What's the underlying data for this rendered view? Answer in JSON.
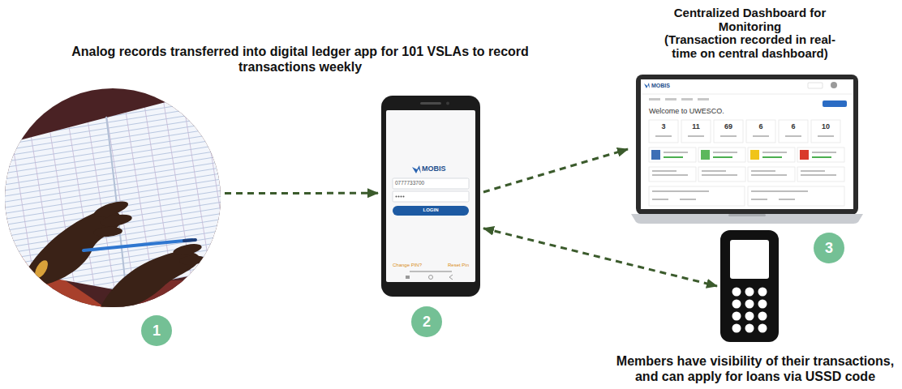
{
  "diagram": {
    "nodes": [
      {
        "text": [
          "Analog records transferred into digital ledger app for 101 VSLAs to record transactions weekly"
        ]
      },
      {
        "text": [
          "MOBIS",
          "0777733700",
          "LOGIN",
          "Change PIN?",
          "Reset Pin"
        ]
      },
      {
        "text": [
          "Centralized Dashboard for Monitoring",
          "(Transaction recorded in real-time on central dashboard)",
          "MOBIS",
          "Welcome to UWESCO.",
          "3",
          "11",
          "69",
          "6",
          "6",
          "10"
        ]
      },
      {
        "text": [
          "Members have visibility of their transactions, and can apply for loans via USSD code"
        ]
      }
    ],
    "edges": [
      {
        "from": 0,
        "to": 1,
        "arrow": "to"
      },
      {
        "from": 1,
        "to": 2,
        "arrow": "to"
      },
      {
        "from": 1,
        "to": 3,
        "arrow": "both"
      }
    ],
    "labels": [
      "1",
      "2",
      "3"
    ]
  }
}
